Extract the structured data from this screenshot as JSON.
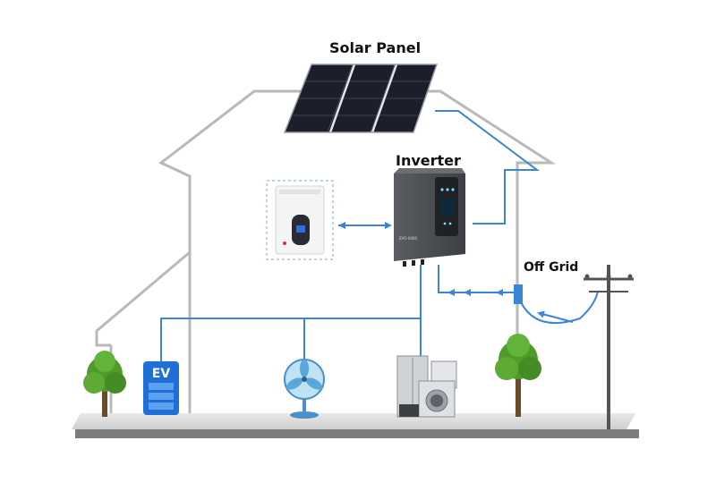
{
  "labels": {
    "solar_panel": "Solar Panel",
    "inverter": "Inverter",
    "off_grid": "Off Grid"
  },
  "appliances": {
    "ev_label": "EV"
  },
  "colors": {
    "wire": "#3a86d6",
    "house_outline": "#b9b9b9",
    "panel": "#1c1f2b",
    "inverter_body": "#4a4d52",
    "tree_green": "#4f9a2a",
    "ground": "#7d7d7d"
  },
  "icons": [
    "solar-panel-icon",
    "inverter-icon",
    "battery-icon",
    "ev-charger-icon",
    "fan-icon",
    "appliances-icon",
    "tree-icon",
    "utility-pole-icon",
    "meter-icon"
  ]
}
